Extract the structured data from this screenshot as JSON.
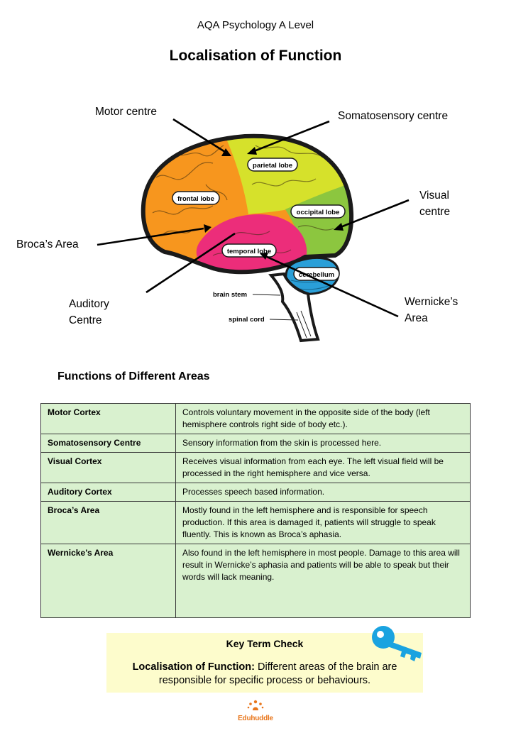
{
  "header": {
    "subtitle": "AQA Psychology A Level",
    "title": "Localisation of Function"
  },
  "diagram": {
    "callouts": [
      {
        "key": "motor",
        "text": "Motor centre"
      },
      {
        "key": "somatosensory",
        "text": "Somatosensory centre"
      },
      {
        "key": "visual",
        "text": "Visual centre"
      },
      {
        "key": "broca",
        "text": "Broca’s Area"
      },
      {
        "key": "auditory",
        "text": "Auditory Centre"
      },
      {
        "key": "wernicke",
        "text": "Wernicke’s Area"
      }
    ],
    "lobe_labels": {
      "frontal": "frontal lobe",
      "parietal": "parietal lobe",
      "occipital": "occipital lobe",
      "temporal": "temporal lobe",
      "cerebellum": "cerebellum",
      "brain_stem": "brain stem",
      "spinal_cord": "spinal cord"
    },
    "colors": {
      "frontal": "#f7961e",
      "parietal": "#d6e12b",
      "occipital": "#8cc63f",
      "temporal": "#ec2d7a",
      "cerebellum": "#2a9fd8",
      "outline": "#1a1a1a"
    }
  },
  "functions_section": {
    "heading": "Functions of Different Areas",
    "rows": [
      {
        "area": "Motor Cortex",
        "description": "Controls voluntary movement in the opposite side of the body (left hemisphere controls right side of body etc.)."
      },
      {
        "area": "Somatosensory Centre",
        "description": "Sensory information from the skin is processed here."
      },
      {
        "area": "Visual Cortex",
        "description": "Receives visual information from each eye. The left visual field will be processed in the right hemisphere and vice versa."
      },
      {
        "area": "Auditory Cortex",
        "description": "Processes speech based information."
      },
      {
        "area": "Broca’s Area",
        "description": "Mostly found in the left hemisphere and is responsible for speech production. If this area is damaged it, patients will struggle to speak fluently. This is known as Broca’s aphasia."
      },
      {
        "area": "Wernicke’s Area",
        "description": "Also found in the left hemisphere in most people. Damage to this area will result in Wernicke’s aphasia and patients will be able to speak but their words will lack meaning."
      }
    ]
  },
  "key_term": {
    "heading": "Key Term Check",
    "term": "Localisation of Function:",
    "definition": " Different areas of the brain are responsible for specific process or behaviours.",
    "icon": "key-icon",
    "icon_color": "#1aa3e0"
  },
  "footer": {
    "logo_text": "Eduhuddle",
    "logo_color": "#e8751a"
  }
}
